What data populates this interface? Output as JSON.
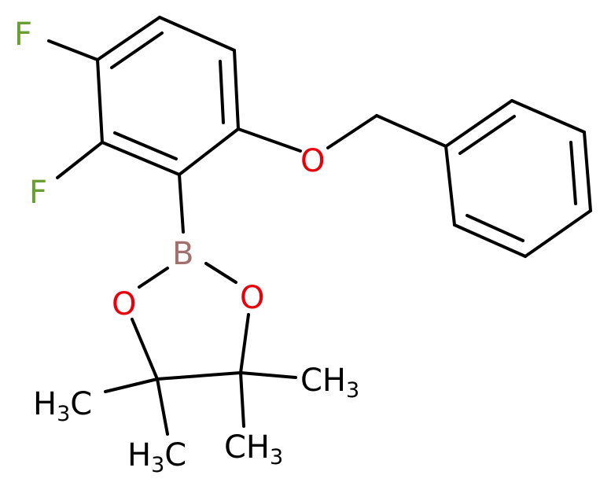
{
  "atoms": {
    "f1": "F",
    "f2": "F",
    "o_ether": "O",
    "b": "B",
    "o_left": "O",
    "o_right": "O",
    "ch3_right_top": {
      "main": "CH",
      "sub": "3"
    },
    "ch3_right_bottom": {
      "main": "CH",
      "sub": "3"
    },
    "ch3_left_top": {
      "main": "H",
      "sub": "3",
      "tail": "C"
    },
    "ch3_left_bottom": {
      "main": "H",
      "sub": "3",
      "tail": "C"
    }
  },
  "colors": {
    "bond": "#000000",
    "fluorine": "#6b9e32",
    "oxygen": "#e8000b",
    "boron": "#a36e6e",
    "carbon": "#000000"
  }
}
